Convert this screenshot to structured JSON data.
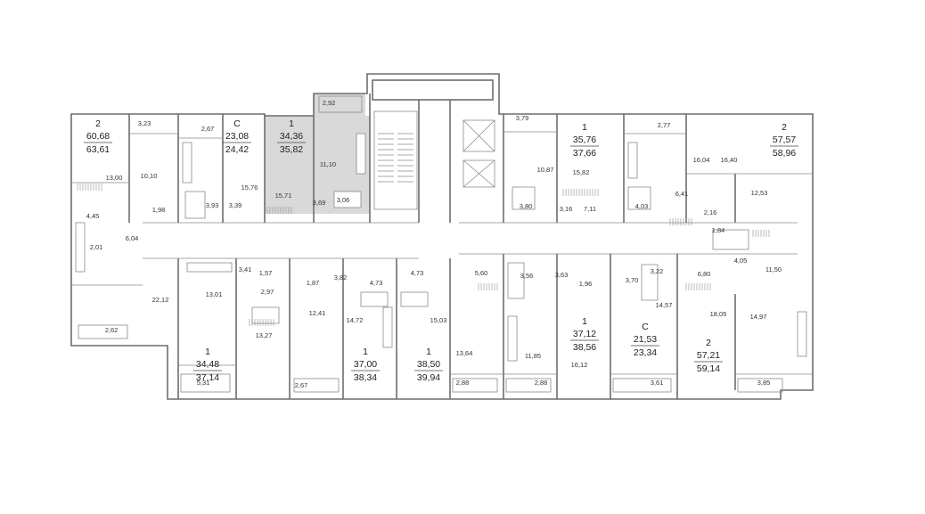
{
  "colors": {
    "wall": "#6d6d6d",
    "highlight": "#d9d9d9",
    "background": "#ffffff"
  },
  "apartments": [
    {
      "id": "a1",
      "type": "2",
      "area": "60,68",
      "total": "63,61"
    },
    {
      "id": "a2",
      "type": "С",
      "area": "23,08",
      "total": "24,42"
    },
    {
      "id": "a3",
      "type": "1",
      "area": "34,36",
      "total": "35,82",
      "highlighted": true
    },
    {
      "id": "a4",
      "type": "1",
      "area": "35,76",
      "total": "37,66"
    },
    {
      "id": "a5",
      "type": "2",
      "area": "57,57",
      "total": "58,96"
    },
    {
      "id": "a6",
      "type": "1",
      "area": "34,48",
      "total": "37,14"
    },
    {
      "id": "a7",
      "type": "1",
      "area": "37,00",
      "total": "38,34"
    },
    {
      "id": "a8",
      "type": "1",
      "area": "38,50",
      "total": "39,94"
    },
    {
      "id": "a9",
      "type": "1",
      "area": "37,12",
      "total": "38,56"
    },
    {
      "id": "a10",
      "type": "С",
      "area": "21,53",
      "total": "23,34"
    },
    {
      "id": "a11",
      "type": "2",
      "area": "57,21",
      "total": "59,14"
    }
  ],
  "rooms": [
    "3,23",
    "2,67",
    "13,00",
    "10,10",
    "1,98",
    "4,45",
    "2,01",
    "6,04",
    "22,12",
    "2,62",
    "3,93",
    "3,39",
    "15,76",
    "2,92",
    "11,10",
    "15,71",
    "3,69",
    "3,06",
    "3,79",
    "10,87",
    "15,82",
    "3,80",
    "3,16",
    "7,11",
    "2,77",
    "16,04",
    "16,40",
    "4,03",
    "6,41",
    "2,16",
    "12,53",
    "1,84",
    "4,05",
    "11,50",
    "6,80",
    "13,01",
    "3,41",
    "1,57",
    "2,97",
    "1,87",
    "3,82",
    "13,27",
    "12,41",
    "4,73",
    "14,72",
    "4,73",
    "15,03",
    "5,60",
    "3,56",
    "3,63",
    "13,64",
    "11,85",
    "1,96",
    "3,70",
    "3,22",
    "14,57",
    "16,12",
    "18,05",
    "14,97",
    "5,31",
    "2,67",
    "2,88",
    "2,88",
    "3,61",
    "3,85"
  ]
}
